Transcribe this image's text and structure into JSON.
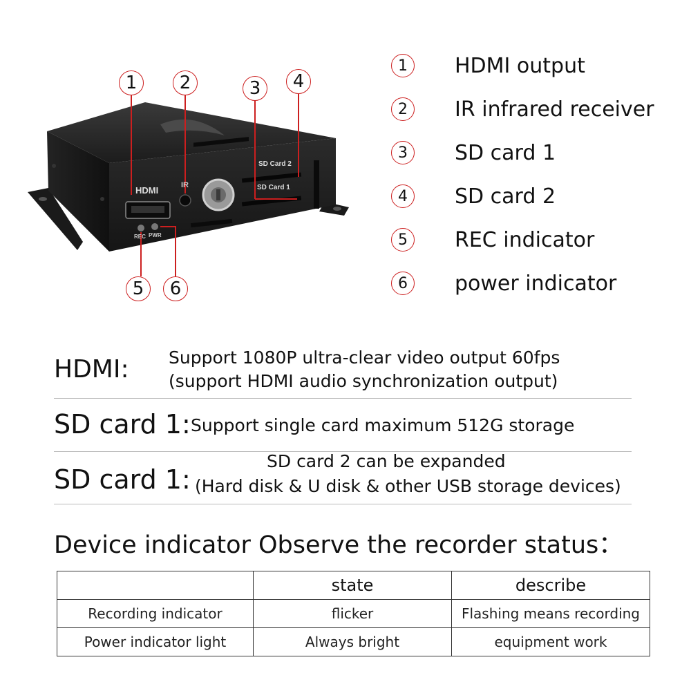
{
  "device": {
    "panel_labels": {
      "hdmi": "HDMI",
      "ir": "IR",
      "sd2": "SD Card 2",
      "sd1": "SD Card 1",
      "rec": "REC",
      "pwr": "PWR"
    },
    "callouts": [
      "1",
      "2",
      "3",
      "4",
      "5",
      "6"
    ]
  },
  "legend": [
    {
      "num": "1",
      "label": "HDMI output"
    },
    {
      "num": "2",
      "label": "IR infrared receiver"
    },
    {
      "num": "3",
      "label": "SD card 1"
    },
    {
      "num": "4",
      "label": "SD card 2"
    },
    {
      "num": "5",
      "label": "REC indicator"
    },
    {
      "num": "6",
      "label": "power indicator"
    }
  ],
  "specs": {
    "hdmi": {
      "key": "HDMI:",
      "line1": "Support 1080P ultra-clear video output 60fps",
      "line2": "(support HDMI audio synchronization output)"
    },
    "sd1": {
      "key": "SD card 1:",
      "line1": "Support single card maximum 512G storage"
    },
    "sd2": {
      "key": "SD card 1:",
      "line1": "SD card 2 can be expanded",
      "line2": "(Hard disk & U disk & other USB storage devices)"
    }
  },
  "indicator_heading": "Device indicator Observe the recorder status：",
  "table": {
    "headers": [
      "",
      "state",
      "describe"
    ],
    "rows": [
      [
        "Recording indicator",
        "flicker",
        "Flashing means recording"
      ],
      [
        "Power indicator light",
        "Always bright",
        "equipment work"
      ]
    ]
  },
  "colors": {
    "callout_line": "#cc1f1f",
    "device_body": "#1e1e1e"
  }
}
